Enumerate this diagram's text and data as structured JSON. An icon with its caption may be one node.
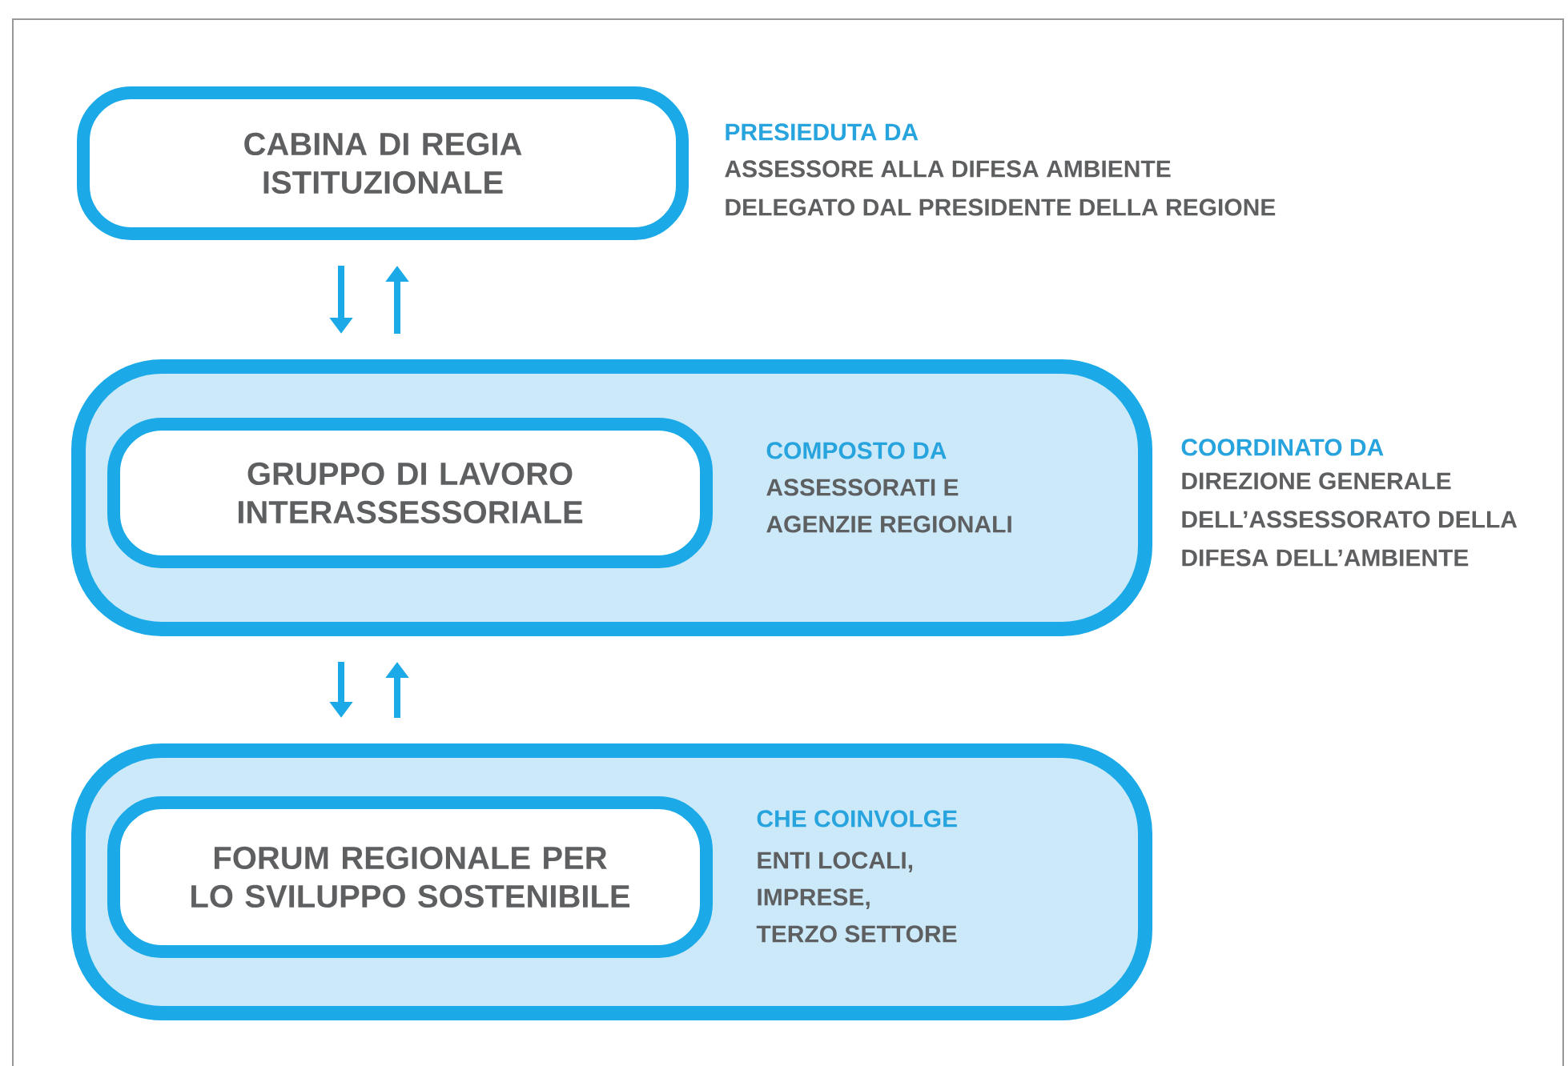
{
  "diagram": {
    "nodes": [
      {
        "text": [
          "CABINA DI REGIA ISTITUZIONALE"
        ],
        "beside": [
          "PRESIEDUTA DA",
          "ASSESSORE ALLA DIFESA AMBIENTE DELEGATO DAL PRESIDENTE DELLA REGIONE"
        ]
      },
      {
        "text": [
          "COMPOSTO DA",
          "ASSESSORATI E AGENZIE REGIONALI"
        ],
        "beside": [
          "COORDINATO DA",
          "DIREZIONE GENERALE DELL’ASSESSORATO DELLA DIFESA DELL’AMBIENTE"
        ]
      },
      {
        "text": [
          "GRUPPO DI LAVORO INTERASSESSORIALE"
        ],
        "in": 1
      },
      {
        "text": [
          "CHE COINVOLGE",
          "ENTI LOCALI, IMPRESE, TERZO SETTORE"
        ]
      },
      {
        "text": [
          "FORUM REGIONALE PER LO SVILUPPO SOSTENIBILE"
        ],
        "in": 3
      }
    ],
    "edges": [
      {
        "from": 0,
        "to": 1,
        "arrow": "to"
      },
      {
        "from": 1,
        "to": 0,
        "arrow": "to"
      },
      {
        "from": 1,
        "to": 3,
        "arrow": "to"
      },
      {
        "from": 3,
        "to": 1,
        "arrow": "to"
      }
    ]
  }
}
